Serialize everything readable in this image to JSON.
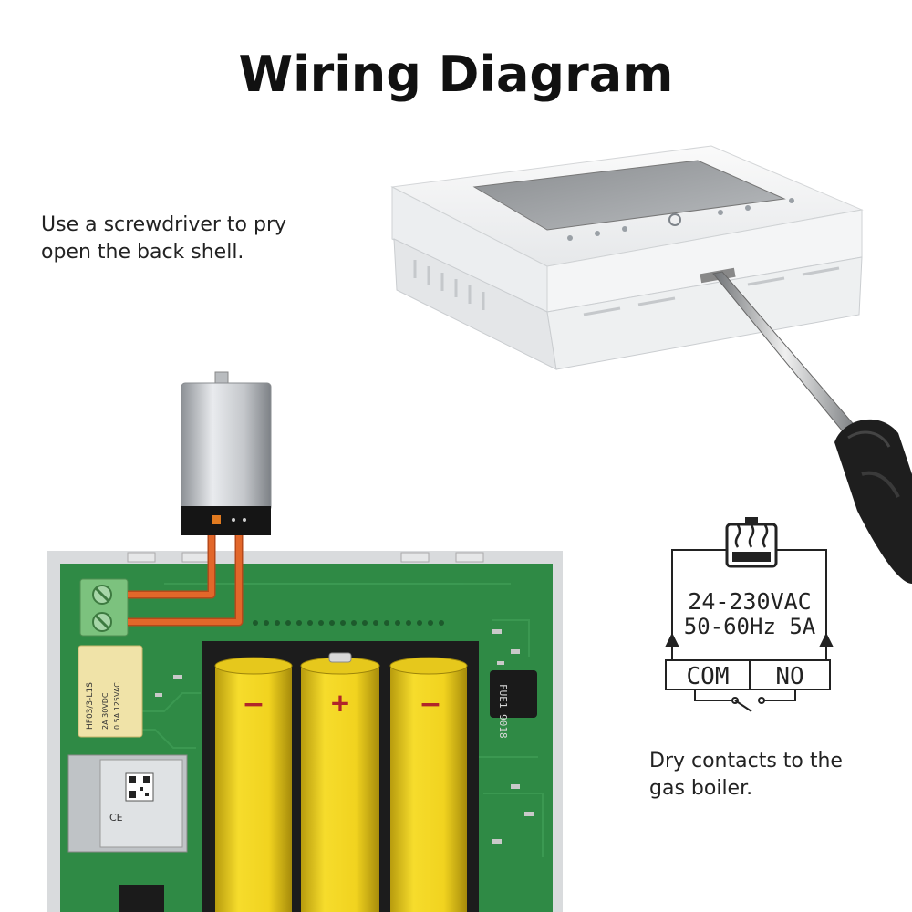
{
  "title": "Wiring Diagram",
  "notes": {
    "pry_instruction": "Use a screwdriver to pry\nopen the back shell.",
    "dry_contacts": "Dry contacts to the\ngas boiler."
  },
  "terminal_spec": {
    "voltage": "24-230VAC",
    "frequency_current": "50-60Hz 5A",
    "terminal_com": "COM",
    "terminal_no": "NO"
  },
  "board_labels": {
    "relay_model": "HF03/3-L1S",
    "relay_rating_1": "2A 30VDC",
    "relay_rating_2": "0.5A 125VAC",
    "inductor_code": "FUE1 9018",
    "module_mark": "CE"
  },
  "battery_polarity": [
    "−",
    "+",
    "−"
  ],
  "colors": {
    "wire": "#e2672a",
    "pcb": "#2f8a45",
    "battery": "#f1d31f",
    "terminal_block": "#7cc27e"
  }
}
